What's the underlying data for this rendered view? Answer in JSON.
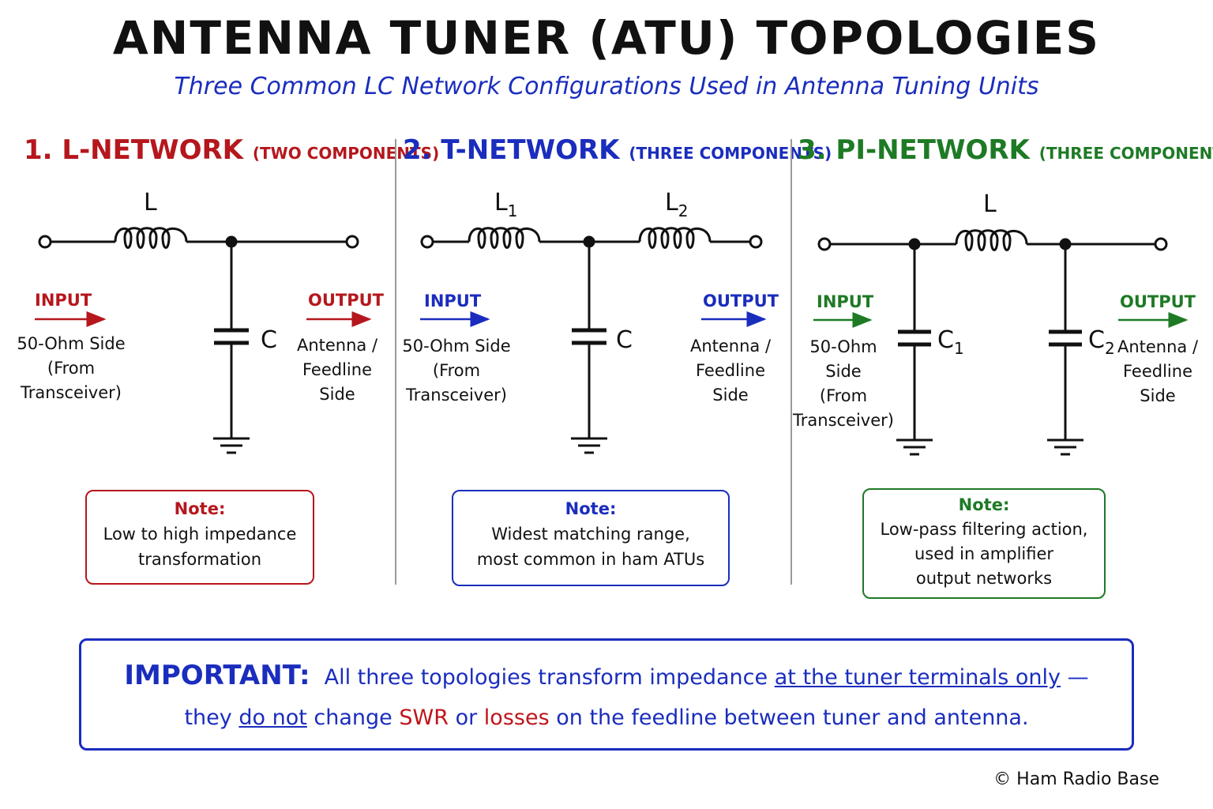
{
  "title": "ANTENNA TUNER (ATU) TOPOLOGIES",
  "subtitle": "Three Common LC Network Configurations Used in Antenna Tuning Units",
  "colors": {
    "l_network": "#b5171d",
    "t_network": "#1a2dbd",
    "pi_network": "#1e7a25",
    "important": "#1a2dbd"
  },
  "sections": [
    {
      "title": "1. L-NETWORK",
      "components": "(TWO COMPONENTS)",
      "inductors": [
        "L"
      ],
      "capacitors": [
        "C"
      ],
      "input_label": "INPUT",
      "input_desc": "50-Ohm Side\n(From\nTransceiver)",
      "output_label": "OUTPUT",
      "output_desc": "Antenna /\nFeedline Side",
      "note_heading": "Note:",
      "note_body": "Low to high impedance\ntransformation"
    },
    {
      "title": "2. T-NETWORK",
      "components": "(THREE COMPONENTS)",
      "inductors": [
        "L",
        "L"
      ],
      "inductor_subscripts": [
        "1",
        "2"
      ],
      "capacitors": [
        "C"
      ],
      "input_label": "INPUT",
      "input_desc": "50-Ohm Side\n(From\nTransceiver)",
      "output_label": "OUTPUT",
      "output_desc": "Antenna /\nFeedline Side",
      "note_heading": "Note:",
      "note_body": "Widest matching range,\nmost common in ham ATUs"
    },
    {
      "title": "3. PI-NETWORK",
      "components": "(THREE COMPONENTS)",
      "inductors": [
        "L"
      ],
      "capacitors": [
        "C",
        "C"
      ],
      "capacitor_subscripts": [
        "1",
        "2"
      ],
      "input_label": "INPUT",
      "input_desc": "50-Ohm Side\n(From\nTransceiver)",
      "output_label": "OUTPUT",
      "output_desc": "Antenna /\nFeedline Side",
      "note_heading": "Note:",
      "note_body": "Low-pass filtering action,\nused in amplifier\noutput networks"
    }
  ],
  "important": {
    "keyword": "IMPORTANT:",
    "line1_pre": "All three topologies transform impedance",
    "line1_underlined": "at the tuner terminals only",
    "line1_post": "—",
    "line2_a": "they",
    "line2_underlined": "do not",
    "line2_b": "change",
    "line2_swr": "SWR",
    "line2_c": "or",
    "line2_losses": "losses",
    "line2_d": "on the feedline between tuner and antenna."
  },
  "copyright": "© Ham Radio Base"
}
